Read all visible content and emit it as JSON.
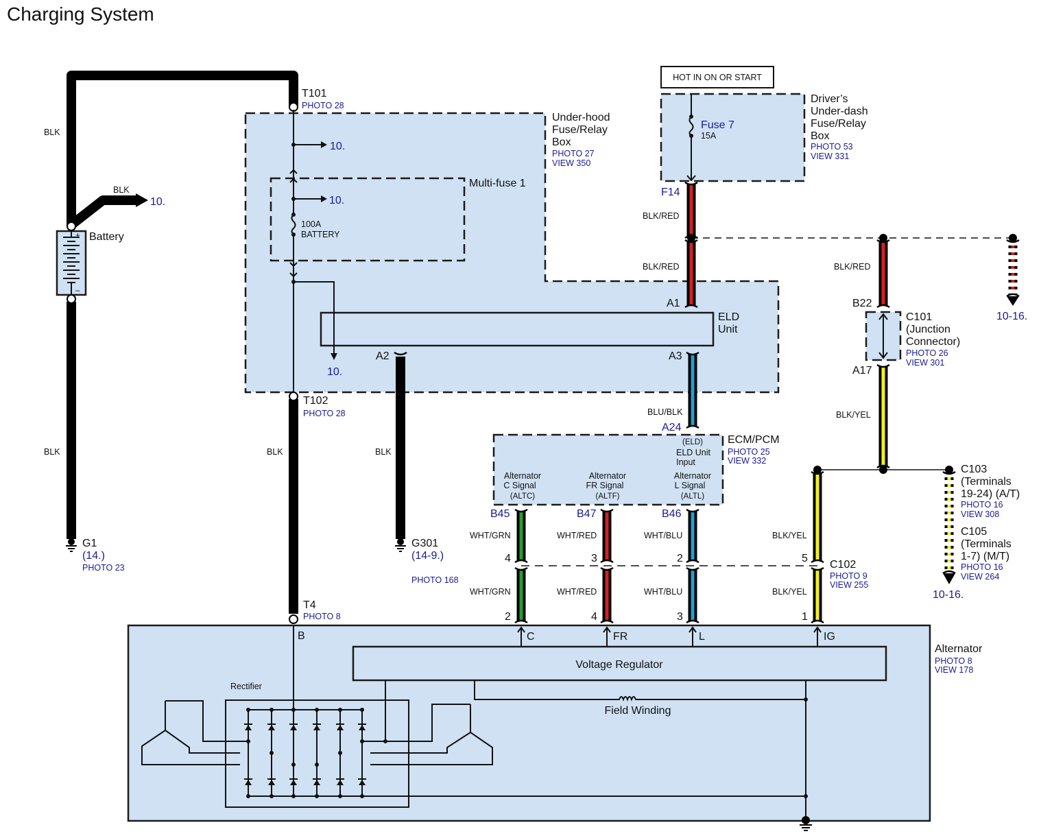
{
  "title": "Charging System",
  "hot_label": "HOT IN ON OR START",
  "components": {
    "underhood_box": {
      "name_lines": [
        "Under-hood",
        "Fuse/Relay",
        "Box"
      ],
      "photo": "PHOTO 27",
      "view": "VIEW 350"
    },
    "driver_box": {
      "name_lines": [
        "Driver’s",
        "Under-dash",
        "Fuse/Relay",
        "Box"
      ],
      "photo": "PHOTO 53",
      "view": "VIEW 331"
    },
    "fuse7": {
      "name": "Fuse 7",
      "rating": "15A"
    },
    "multifuse": {
      "name": "Multi-fuse 1",
      "rating": "100A",
      "sub": "BATTERY"
    },
    "battery": {
      "name": "Battery",
      "plus": "+",
      "minus": "–"
    },
    "eld": {
      "name_lines": [
        "ELD",
        "Unit"
      ]
    },
    "ecm": {
      "name": "ECM/PCM",
      "photo": "PHOTO 25",
      "view": "VIEW 332",
      "eld_input": [
        "(ELD)",
        "ELD Unit",
        "Input"
      ],
      "signals": [
        {
          "lines": [
            "Alternator",
            "C Signal"
          ],
          "code": "(ALTC)"
        },
        {
          "lines": [
            "Alternator",
            "FR Signal"
          ],
          "code": "(ALTF)"
        },
        {
          "lines": [
            "Alternator",
            "L Signal"
          ],
          "code": "(ALTL)"
        }
      ]
    },
    "c101": {
      "name_lines": [
        "C101",
        "(Junction",
        "Connector)"
      ],
      "photo": "PHOTO 26",
      "view": "VIEW 301"
    },
    "c102": {
      "name": "C102",
      "photo": "PHOTO 9",
      "view": "VIEW 255"
    },
    "c103": {
      "name_lines": [
        "C103",
        "(Terminals",
        "19-24) (A/T)"
      ],
      "photo": "PHOTO 16",
      "view": "VIEW 308"
    },
    "c105": {
      "name_lines": [
        "C105",
        "(Terminals",
        "1-7) (M/T)"
      ],
      "photo": "PHOTO 16",
      "view": "VIEW 264"
    },
    "alternator": {
      "name": "Alternator",
      "photo": "PHOTO 8",
      "view": "VIEW 178",
      "regulator": "Voltage Regulator",
      "rectifier": "Rectifier",
      "field_winding": "Field Winding",
      "terminals": [
        "B",
        "C",
        "FR",
        "L",
        "IG"
      ]
    }
  },
  "terminals": {
    "t101": {
      "name": "T101",
      "photo": "PHOTO 28"
    },
    "t102": {
      "name": "T102",
      "photo": "PHOTO 28"
    },
    "t4": {
      "name": "T4",
      "photo": "PHOTO 8"
    }
  },
  "grounds": {
    "g1": {
      "name": "G1",
      "ref": "(14.)",
      "photo": "PHOTO 23"
    },
    "g301": {
      "name": "G301",
      "ref": "(14-9.)",
      "photo": "PHOTO 168"
    }
  },
  "pins": {
    "f14": "F14",
    "a1": "A1",
    "a2": "A2",
    "a3": "A3",
    "a24": "A24",
    "b22": "B22",
    "a17": "A17",
    "b45": "B45",
    "b47": "B47",
    "b46": "B46"
  },
  "c102_pins": {
    "upper": [
      "4",
      "3",
      "2",
      "5"
    ],
    "lower": [
      "2",
      "4",
      "3",
      "1"
    ]
  },
  "wires": {
    "blk": "BLK",
    "blk_red": "BLK/RED",
    "blu_blk": "BLU/BLK",
    "blk_yel": "BLK/YEL",
    "wht_grn": "WHT/GRN",
    "wht_red": "WHT/RED",
    "wht_blu": "WHT/BLU"
  },
  "page_refs": {
    "ten": "10.",
    "ten_sixteen": "10-16."
  },
  "colors": {
    "box_fill": "#cfe1f3",
    "ref_blue": "#1a1a9a",
    "red": "#d42020",
    "yellow": "#f5f020",
    "green": "#22a030",
    "blue": "#1ea0d0",
    "black": "#000000"
  }
}
